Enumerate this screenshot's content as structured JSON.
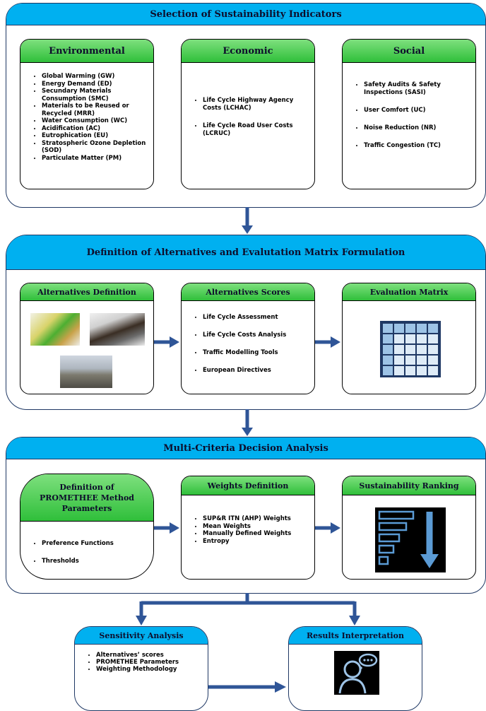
{
  "sections": {
    "selection": {
      "title": "Selection of Sustainability Indicators",
      "environmental": {
        "title": "Environmental",
        "items": [
          "Global Warming (GW)",
          "Energy Demand (ED)",
          "Secundary Materials Consumption (SMC)",
          "Materials to be Reused or Recycled (MRR)",
          "Water Consumption (WC)",
          "Acidification (AC)",
          "Eutrophication (EU)",
          "Stratospheric Ozone Depletion (SOD)",
          "Particulate Matter (PM)"
        ]
      },
      "economic": {
        "title": "Economic",
        "items": [
          "Life Cycle Highway Agency Costs (LCHAC)",
          "Life Cycle Road User Costs (LCRUC)"
        ]
      },
      "social": {
        "title": "Social",
        "items": [
          "Safety Audits & Safety Inspections (SASI)",
          "User Comfort (UC)",
          "Noise Reduction (NR)",
          "Traffic Congestion (TC)"
        ]
      }
    },
    "definition": {
      "title": "Definition of Alternatives and Evalutation Matrix Formulation",
      "alternatives_definition": {
        "title": "Alternatives Definition"
      },
      "alternatives_scores": {
        "title": "Alternatives Scores",
        "items": [
          "Life Cycle Assessment",
          "Life Cycle Costs Analysis",
          "Traffic Modelling Tools",
          "European Directives"
        ]
      },
      "evaluation_matrix": {
        "title": "Evaluation Matrix"
      }
    },
    "mcda": {
      "title": "Multi-Criteria Decision Analysis",
      "promethee": {
        "title": "Definition of PROMETHEE Method Parameters",
        "items": [
          "Preference Functions",
          "Thresholds"
        ]
      },
      "weights": {
        "title": "Weights Definition",
        "items": [
          "SUP&R ITN (AHP) Weights",
          "Mean Weights",
          "Manually Defined Weights",
          "Entropy"
        ]
      },
      "ranking": {
        "title": "Sustainability Ranking"
      }
    },
    "sensitivity": {
      "title": "Sensitivity Analysis",
      "items": [
        "Alternatives’ scores",
        "PROMETHEE Parameters",
        "Weighting Methodology"
      ]
    },
    "results": {
      "title": "Results Interpretation"
    }
  },
  "colors": {
    "panel_header": "#00b0f0",
    "card_header": "#2fbf3a",
    "arrow": "#2f5597"
  },
  "icons": [
    "road-photo-icon",
    "matrix-grid-icon",
    "ranking-bars-icon",
    "person-thinking-icon"
  ]
}
